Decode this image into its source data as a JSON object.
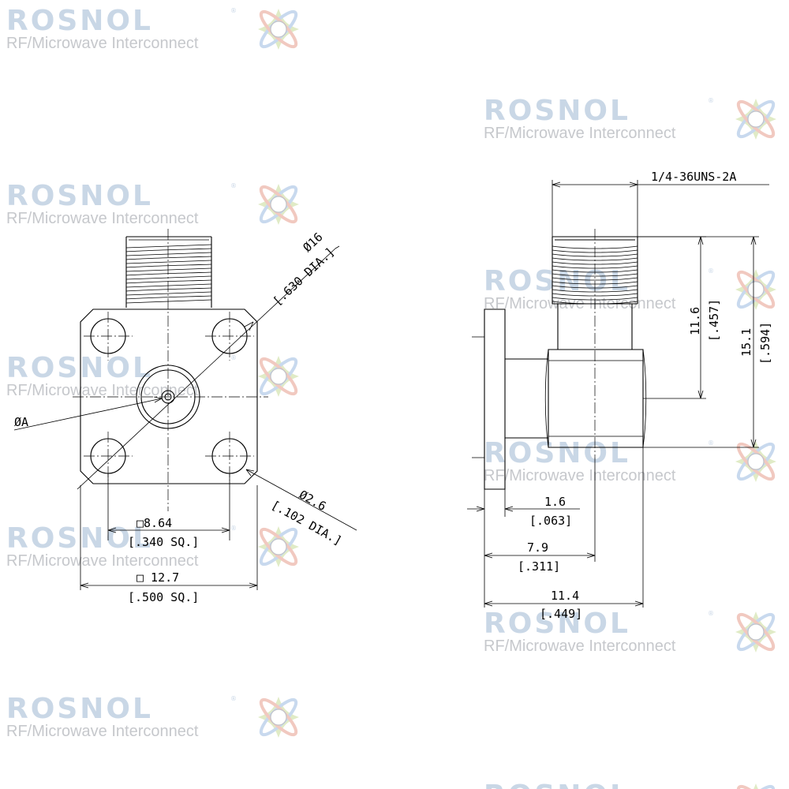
{
  "watermark": {
    "brand": "ROSNOL",
    "tagline": "RF/Microwave Interconnect",
    "registered": "®"
  },
  "front_view": {
    "flange_dia": "Ø16",
    "flange_dia_in": "[.630 DIA.]",
    "pin_dia": "ØA",
    "hole_dia": "Ø2.6",
    "hole_dia_in": "[.102 DIA.]",
    "hole_spacing": "□8.64",
    "hole_spacing_in": "[.340 SQ.]",
    "flange_size": "□ 12.7",
    "flange_size_in": "[.500 SQ.]"
  },
  "side_view": {
    "thread": "1/4-36UNS-2A",
    "height_thread": "11.6",
    "height_thread_in": "[.457]",
    "height_total": "15.1",
    "height_total_in": "[.594]",
    "flange_thick": "1.6",
    "flange_thick_in": "[.063]",
    "offset": "7.9",
    "offset_in": "[.311]",
    "overall": "11.4",
    "overall_in": "[.449]"
  }
}
